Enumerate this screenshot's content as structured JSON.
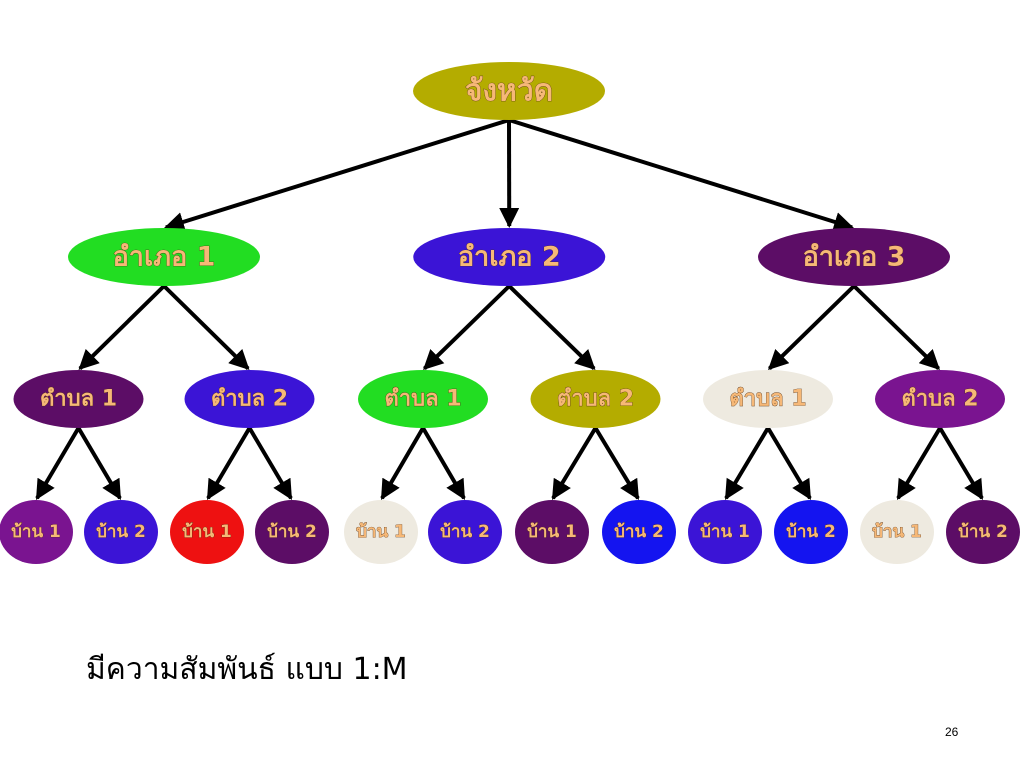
{
  "diagram": {
    "root": {
      "label": "จังหวัด",
      "color": "#b4ac00",
      "children": [
        {
          "label": "อำเภอ 1",
          "color": "#22dd22",
          "children": [
            {
              "label": "ตำบล 1",
              "color": "#5c0d66",
              "children": [
                {
                  "label": "บ้าน 1",
                  "color": "#7a1490"
                },
                {
                  "label": "บ้าน 2",
                  "color": "#3b14d6"
                }
              ]
            },
            {
              "label": "ตำบล 2",
              "color": "#3b14d6",
              "children": [
                {
                  "label": "บ้าน 1",
                  "color": "#ee1111"
                },
                {
                  "label": "บ้าน 2",
                  "color": "#5c0d66"
                }
              ]
            }
          ]
        },
        {
          "label": "อำเภอ 2",
          "color": "#3b14d6",
          "children": [
            {
              "label": "ตำบล 1",
              "color": "#22dd22",
              "children": [
                {
                  "label": "บ้าน 1",
                  "color": "#eeeae0"
                },
                {
                  "label": "บ้าน 2",
                  "color": "#3b14d6"
                }
              ]
            },
            {
              "label": "ตำบล 2",
              "color": "#b4ac00",
              "children": [
                {
                  "label": "บ้าน 1",
                  "color": "#5c0d66"
                },
                {
                  "label": "บ้าน 2",
                  "color": "#1414f0"
                }
              ]
            }
          ]
        },
        {
          "label": "อำเภอ 3",
          "color": "#5c0d66",
          "children": [
            {
              "label": "ตำบล 1",
              "color": "#eeeae0",
              "children": [
                {
                  "label": "บ้าน 1",
                  "color": "#3b14d6"
                },
                {
                  "label": "บ้าน 2",
                  "color": "#1414f0"
                }
              ]
            },
            {
              "label": "ตำบล 2",
              "color": "#7a1490",
              "children": [
                {
                  "label": "บ้าน 1",
                  "color": "#eeeae0"
                },
                {
                  "label": "บ้าน 2",
                  "color": "#5c0d66"
                }
              ]
            }
          ]
        }
      ]
    }
  },
  "caption": "มีความสัมพันธ์ แบบ 1:M",
  "page_number": "26"
}
